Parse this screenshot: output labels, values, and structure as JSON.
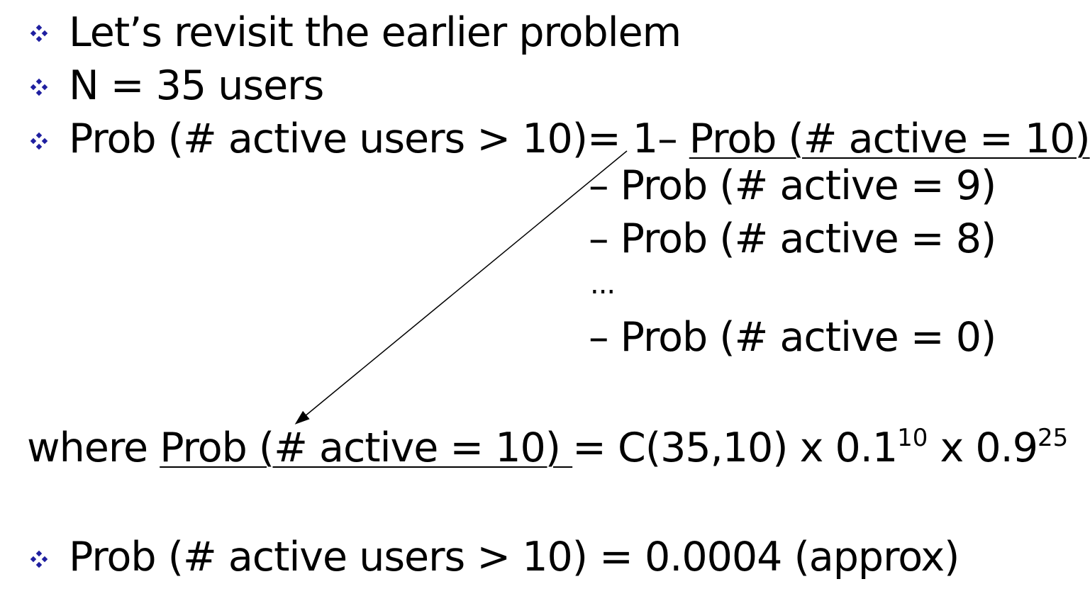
{
  "bullets": [
    "Let’s revisit the earlier problem",
    "N = 35 users"
  ],
  "prob_line": {
    "lhs": "Prob (# active users > 10)= 1– ",
    "first_term": "Prob (# active = 10)"
  },
  "subtractions": [
    "– Prob (# active = 9)",
    "– Prob (# active = 8)",
    "...",
    "– Prob (# active = 0)"
  ],
  "where_line": {
    "prefix": "where ",
    "term": "Prob (# active = 10) ",
    "equals": "= C(35,10) x 0.1",
    "exp1": "10",
    "times": " x 0.9",
    "exp2": "25"
  },
  "result": "Prob (# active users > 10)  =  0.0004 (approx)",
  "colors": {
    "bullet": "#1f1fa0",
    "text": "#000000"
  }
}
